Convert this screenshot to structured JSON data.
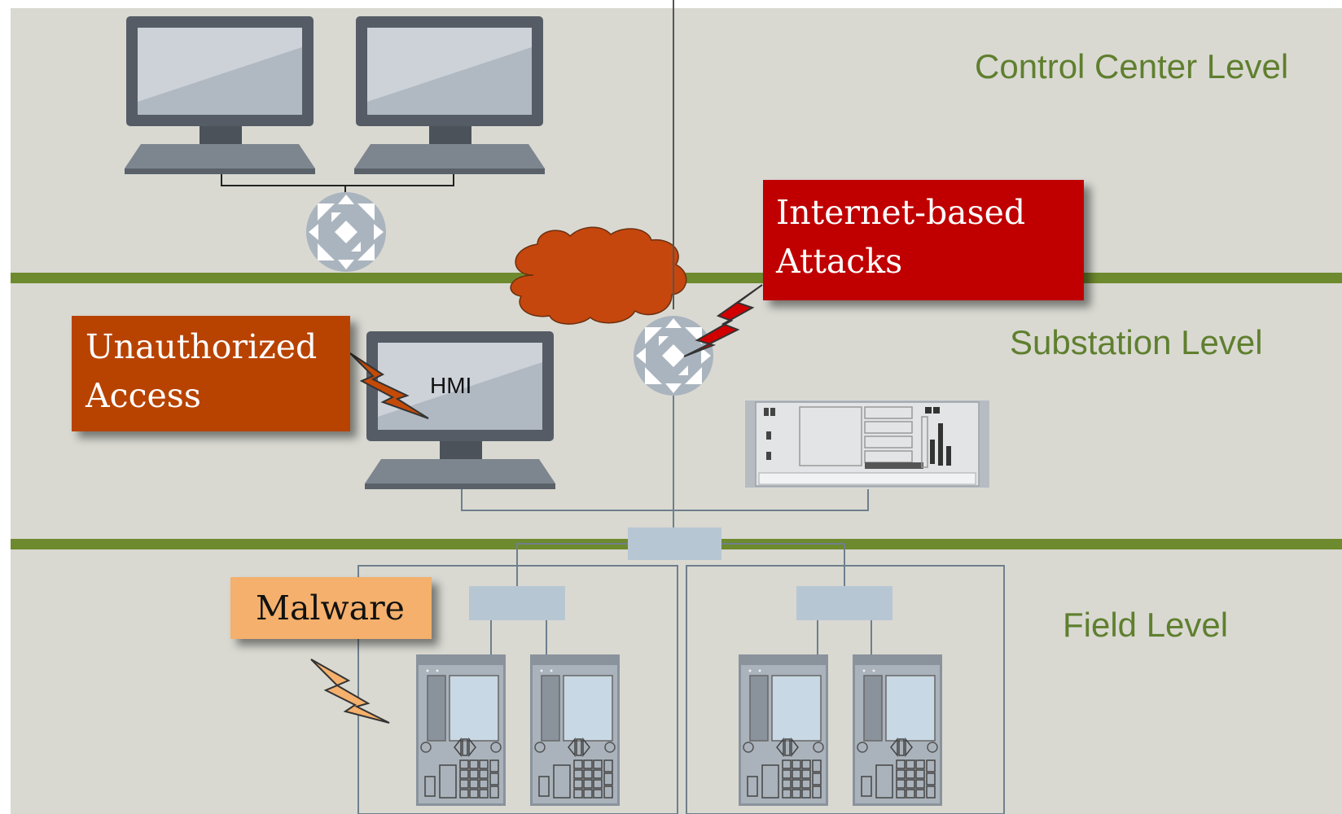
{
  "levels": {
    "control_center": "Control Center Level",
    "substation": "Substation Level",
    "field": "Field Level"
  },
  "threats": {
    "internet": {
      "line1": "Internet-based",
      "line2": "Attacks",
      "color": "#c00000"
    },
    "unauthorized": {
      "line1": "Unauthorized",
      "line2": "Access",
      "color": "#b84300"
    },
    "malware": {
      "label": "Malware",
      "color": "#f4b06c"
    }
  },
  "devices": {
    "hmi_label": "HMI"
  },
  "colors": {
    "background": "#d9d9d2",
    "level_line": "#6e8a2e",
    "level_text": "#5f7f2e",
    "cloud": "#c5470e",
    "monitor_frame": "#555c65",
    "screen": "#b0b8c1",
    "router": "#aab4be",
    "switch": "#b7c6d3"
  }
}
